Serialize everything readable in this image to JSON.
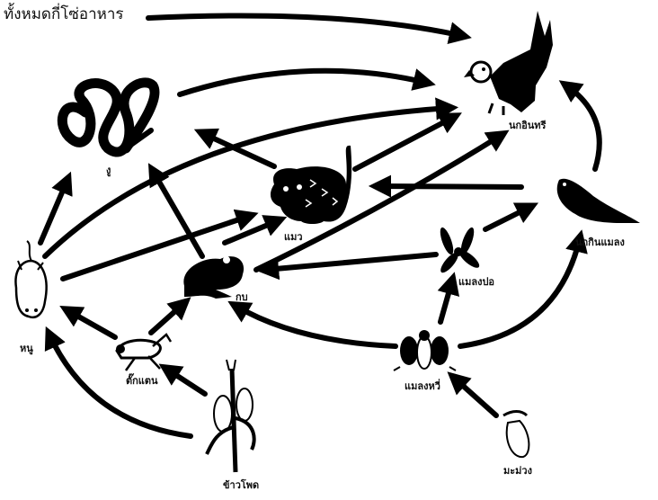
{
  "title": "ทั้งหมดกี่โซ่อาหาร",
  "organisms": {
    "eagle": "นกอินทรี",
    "snake": "งู",
    "cat": "แมว",
    "frog": "กบ",
    "rat": "หนู",
    "grasshopper": "ตั๊กแตน",
    "corn": "ข้าวโพด",
    "insect_eating_bird": "นกกินแมลง",
    "dragonfly": "แมลงปอ",
    "fly": "แมลงหวี่",
    "mango": "มะม่วง"
  }
}
